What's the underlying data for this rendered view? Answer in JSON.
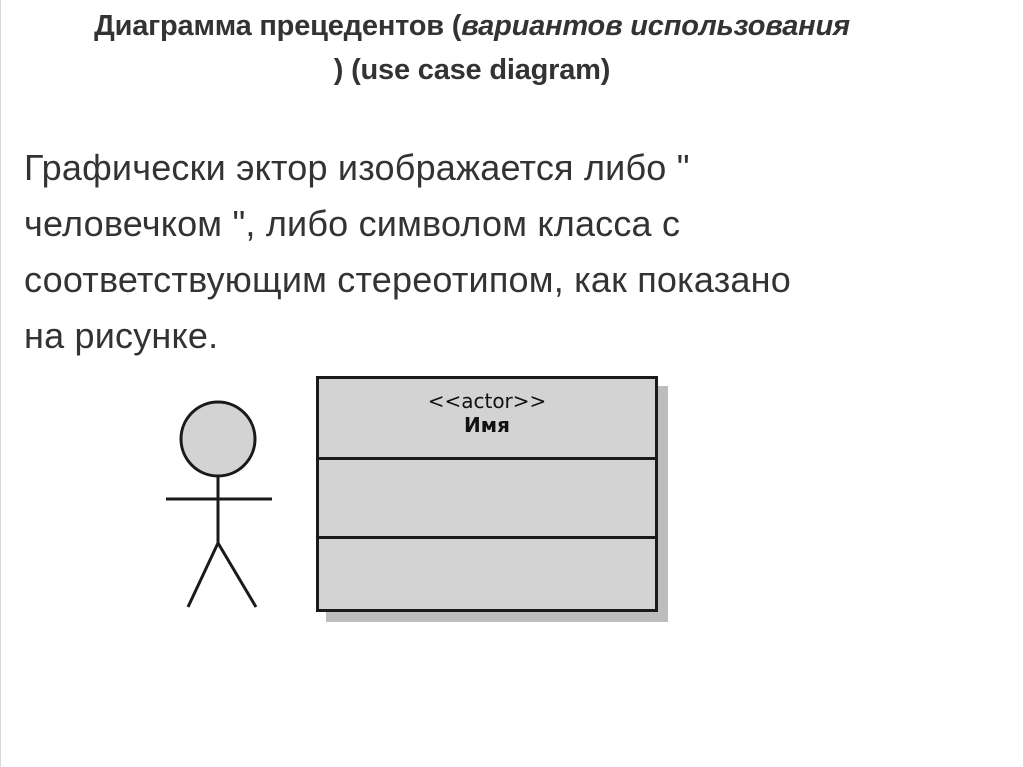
{
  "slide": {
    "title_part1": "Диаграмма прецедентов (",
    "title_italic": "вариантов использования",
    "title_part2": ") (use case diagram)",
    "body_lines": [
      "Графически эктор изображается либо \"",
      "человечком \", либо символом класса с",
      "соответствующим стереотипом, как показано",
      "на рисунке."
    ]
  },
  "figure": {
    "stick_figure_icon": "actor-stick-figure-icon",
    "class_box": {
      "stereotype": "<<actor>>",
      "name": "Имя"
    },
    "colors": {
      "class_fill": "#d3d3d3",
      "head_fill": "#d3d3d3",
      "stroke": "#1a1a1a"
    }
  }
}
